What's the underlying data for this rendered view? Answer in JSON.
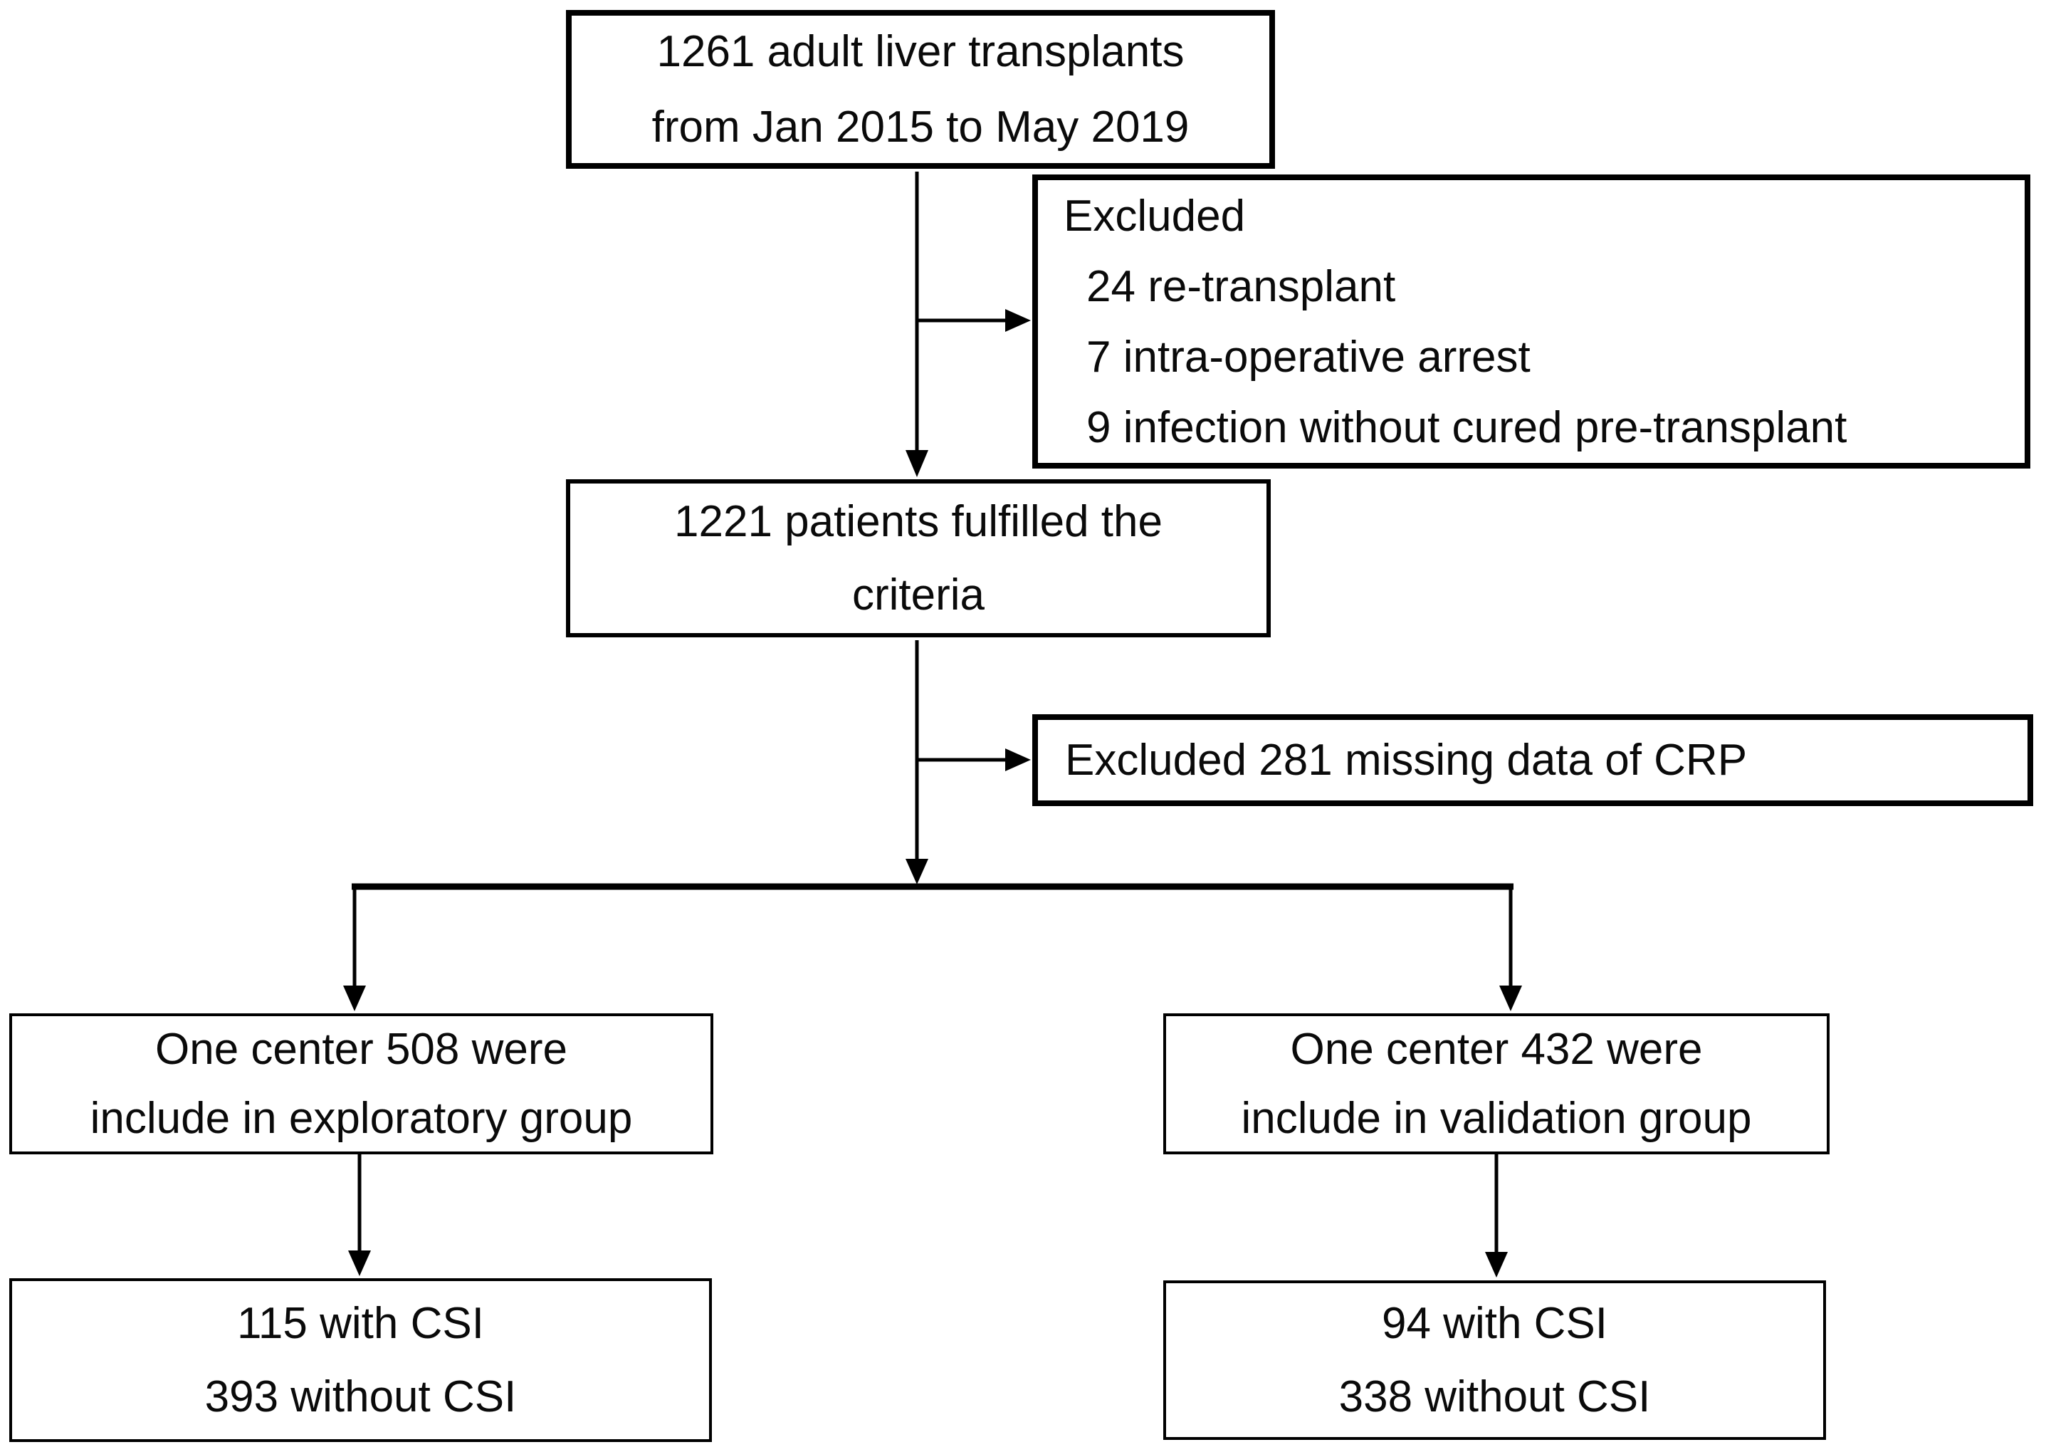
{
  "figure": {
    "type": "patient-flow-diagram",
    "background_color": "#ffffff",
    "line_color": "#000000",
    "text_color": "#0a0a0a",
    "boxes": {
      "total": {
        "line1": "1261 adult liver transplants",
        "line2": "from Jan 2015 to May 2019"
      },
      "excluded_initial": {
        "title": "Excluded",
        "items": [
          "24 re-transplant",
          "7 intra-operative arrest",
          "9 infection without cured pre-transplant"
        ]
      },
      "criteria": {
        "line1": "1221 patients fulfilled the",
        "line2": "criteria"
      },
      "excluded_crp": {
        "text": "Excluded 281 missing data of CRP"
      },
      "exploratory": {
        "line1": "One center 508 were",
        "line2": "include in exploratory group"
      },
      "validation": {
        "line1": "One center 432 were",
        "line2": "include in validation group"
      },
      "exploratory_csi": {
        "line1": "115 with CSI",
        "line2": "393 without CSI"
      },
      "validation_csi": {
        "line1": "94 with CSI",
        "line2": "338 without CSI"
      }
    }
  }
}
